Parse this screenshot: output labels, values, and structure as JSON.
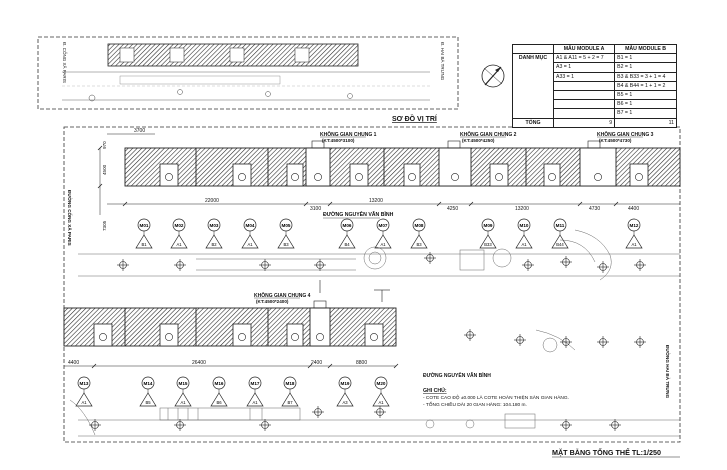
{
  "location_title": "SƠ ĐỒ VỊ TRÍ",
  "site_roads": {
    "left": "Đ. CỐNG XÃ PARIS",
    "right": "Đ. HAI BÀ TRƯNG"
  },
  "plan_title": "MẶT BẰNG TỔNG THỂ TL:1/250",
  "streets": {
    "left": "ĐƯỜNG CỐNG XÃ PARIS",
    "right": "ĐƯỜNG HAI BÀ TRƯNG",
    "center_top": "ĐƯỜNG NGUYỄN VĂN BÌNH",
    "center_bottom": "ĐƯỜNG NGUYỄN VĂN BÌNH"
  },
  "common_spaces": [
    {
      "name": "KHÔNG GIAN CHUNG 1",
      "size": "(KT:4500*3100)"
    },
    {
      "name": "KHÔNG GIAN CHUNG 2",
      "size": "(KT:4500*4250)"
    },
    {
      "name": "KHÔNG GIAN CHUNG 3",
      "size": "(KT:4500*4730)"
    },
    {
      "name": "KHÔNG GIAN CHUNG 4",
      "size": "(KT:4500*2400)"
    }
  ],
  "dims_row1": [
    "3700",
    "22000",
    "3100",
    "13200",
    "4250",
    "13200",
    "4730",
    "4400"
  ],
  "dims_row1_vertical": [
    "970",
    "4500",
    "7305"
  ],
  "dims_row2": [
    "4400",
    "26400",
    "2400",
    "8800"
  ],
  "modules_row1": [
    {
      "id": "M01",
      "type": "B1"
    },
    {
      "id": "M02",
      "type": "A1"
    },
    {
      "id": "M03",
      "type": "B2"
    },
    {
      "id": "M04",
      "type": "A1"
    },
    {
      "id": "M05",
      "type": "B3"
    },
    {
      "id": "M06",
      "type": "B4"
    },
    {
      "id": "M07",
      "type": "A1"
    },
    {
      "id": "M08",
      "type": "B3"
    },
    {
      "id": "M09",
      "type": "B33"
    },
    {
      "id": "M10",
      "type": "A1"
    },
    {
      "id": "M11",
      "type": "B44"
    },
    {
      "id": "M12",
      "type": "A1"
    }
  ],
  "modules_row2": [
    {
      "id": "M13",
      "type": "A1"
    },
    {
      "id": "M14",
      "type": "B5"
    },
    {
      "id": "M15",
      "type": "A1"
    },
    {
      "id": "M16",
      "type": "B6"
    },
    {
      "id": "M17",
      "type": "A1"
    },
    {
      "id": "M18",
      "type": "B7"
    },
    {
      "id": "M19",
      "type": "A3"
    },
    {
      "id": "M20",
      "type": "A1"
    }
  ],
  "notes": {
    "title": "GHI CHÚ:",
    "lines": [
      "- COTE CAO ĐỘ ±0.000 LÀ COTE HOÀN THIỆN SÀN GIAN HÀNG.",
      "- TỔNG CHIỀU DÀI 20 GIAN HÀNG: 104.180 m."
    ]
  },
  "module_table": {
    "col_category": "DANH MỤC",
    "col_a": "MẪU MODULE A",
    "col_b": "MẪU MODULE B",
    "rows_a": [
      "A1 & A11 = 5 + 2 = 7",
      "A3 = 1",
      "A33 = 1",
      "",
      "",
      "",
      ""
    ],
    "rows_b": [
      "B1 = 1",
      "B2 = 1",
      "B3 & B33 = 3 + 1 = 4",
      "B4 & B44 = 1 + 1 = 2",
      "B5 = 1",
      "B6 = 1",
      "B7 = 1"
    ],
    "total_label": "TỔNG",
    "total_a": "9",
    "total_b": "11"
  }
}
